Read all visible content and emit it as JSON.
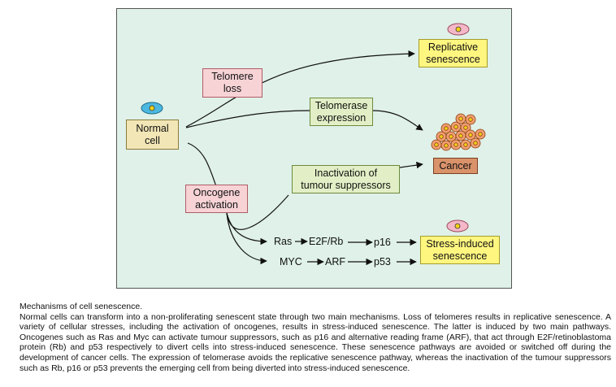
{
  "diagram": {
    "nodes": {
      "normal_cell": [
        "Normal",
        "cell"
      ],
      "telomere_loss": [
        "Telomere",
        "loss"
      ],
      "telomerase_expression": [
        "Telomerase",
        "expression"
      ],
      "replicative_senescence": [
        "Replicative",
        "senescence"
      ],
      "cancer": "Cancer",
      "inactivation": [
        "Inactivation of",
        "tumour suppressors"
      ],
      "oncogene_activation": [
        "Oncogene",
        "activation"
      ],
      "stress_senescence": [
        "Stress-induced",
        "senescence"
      ]
    },
    "pathway_1": {
      "a": "Ras",
      "b": "E2F/Rb",
      "c": "p16"
    },
    "pathway_2": {
      "a": "MYC",
      "b": "ARF",
      "c": "p53"
    },
    "colors": {
      "background": "#dff1e8",
      "cell_fill": "#f0a070",
      "nucleus": "#f5d21a",
      "normal_cell_icon": "#4cb8e0",
      "senescent_cell_icon": "#f4b8c8"
    }
  },
  "caption": {
    "title": "Mechanisms of cell senescence.",
    "body": "Normal cells can transform into a non-proliferating senescent state through two main mechanisms. Loss of telomeres results in replicative senescence. A variety of cellular stresses, including the activation of oncogenes, results in stress-induced senescence. The latter is induced by two main pathways. Oncogenes such as Ras and Myc can activate tumour suppressors, such as p16 and alternative reading frame (ARF), that act through E2F/retinoblastoma protein (Rb) and p53 respectively to divert cells into stress-induced senescence. These senescence pathways are avoided or switched off during the development of cancer cells. The expression of telomerase avoids the replicative senescence pathway, whereas the inactivation of the tumour suppressors such as Rb, p16 or p53 prevents the emerging cell from being diverted into stress-induced senescence."
  }
}
